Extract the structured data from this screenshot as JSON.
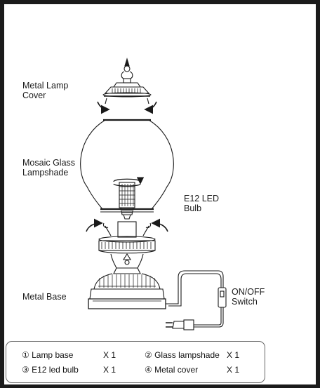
{
  "labels": {
    "metal_lamp_cover": [
      "Metal Lamp",
      "Cover"
    ],
    "mosaic_glass_lampshade": [
      "Mosaic Glass",
      "Lampshade"
    ],
    "e12_led_bulb": [
      "E12 LED",
      "Bulb"
    ],
    "metal_base": "Metal Base",
    "switch": [
      "ON/OFF",
      "Switch"
    ]
  },
  "parts": [
    {
      "name": "① Lamp base",
      "qty": "X  1"
    },
    {
      "name": "② Glass lampshade",
      "qty": "X  1"
    },
    {
      "name": "③ E12 led bulb",
      "qty": "X  1"
    },
    {
      "name": "④ Metal cover",
      "qty": "X  1"
    }
  ],
  "colors": {
    "line": "#1a1a1a",
    "frame": "#1b1b1b",
    "background": "#ffffff"
  }
}
